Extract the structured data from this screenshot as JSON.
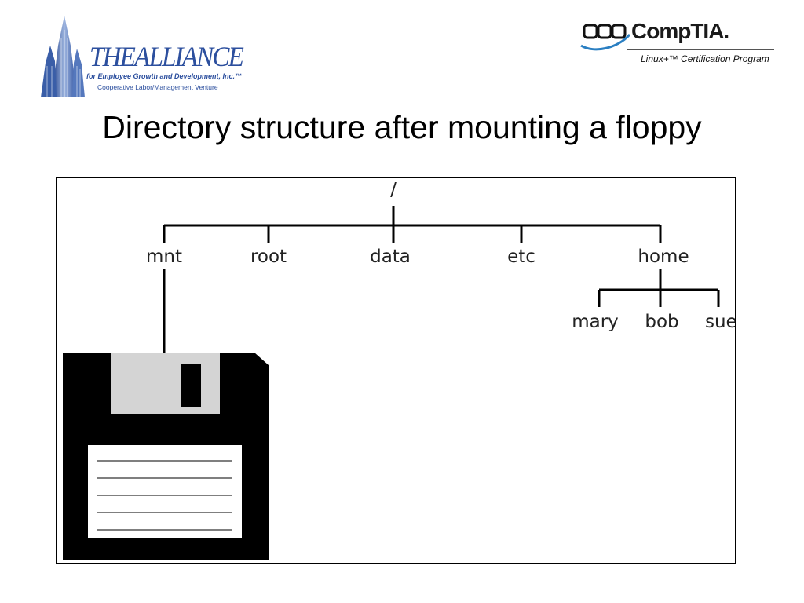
{
  "logos": {
    "left": {
      "wordmark": "THEALLIANCE",
      "subtitle": "for Employee Growth and Development, Inc.™",
      "tagline": "Cooperative Labor/Management Venture"
    },
    "right": {
      "wordmark": "CompTIA.",
      "subtitle": "Linux+™ Certification Program"
    }
  },
  "slide": {
    "title": "Directory structure after mounting a floppy"
  },
  "tree": {
    "root": "/",
    "level1": [
      "mnt",
      "root",
      "data",
      "etc",
      "home"
    ],
    "home_children": [
      "mary",
      "bob",
      "sue"
    ]
  },
  "colors": {
    "alliance_blue": "#2c4f9e",
    "comptia_blue": "#2a7fc2",
    "floppy_body": "#000000",
    "floppy_shutter": "#d4d4d4"
  },
  "icons": {
    "left_logo": "building-tower-icon",
    "right_logo": "comptia-rings-icon",
    "floppy": "floppy-disk-icon"
  }
}
